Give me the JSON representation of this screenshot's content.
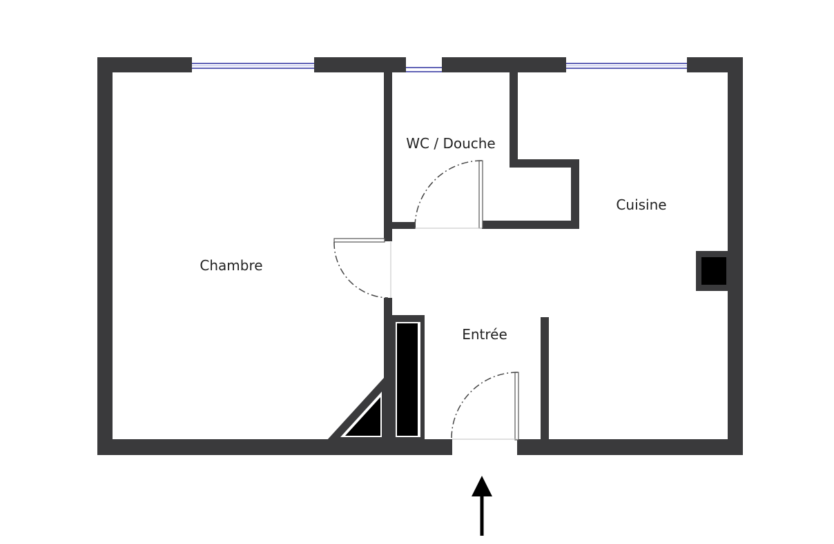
{
  "rooms": {
    "chambre": "Chambre",
    "wc_douche": "WC / Douche",
    "cuisine": "Cuisine",
    "entree": "Entrée"
  },
  "colors": {
    "wall": "#3a3a3c",
    "window": "#2b2f9e",
    "door_swing": "#444444",
    "background": "#ffffff"
  },
  "icons": {
    "entrance": "arrow-up-icon"
  }
}
